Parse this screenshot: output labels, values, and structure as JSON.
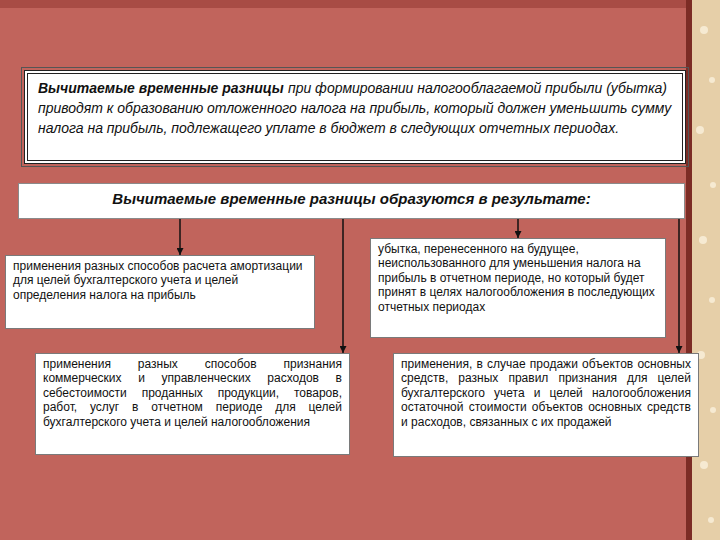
{
  "diagram": {
    "nodes": [
      {
        "text": [
          "Вычитаемые временные разницы",
          "при формировании налогооблагаемой прибыли (убытка) приводят к образованию отложенного налога на прибыль, который должен уменьшить сумму налога на прибыль, подлежащего уплате в бюджет в следующих отчетных периодах."
        ]
      },
      {
        "text": [
          "Вычитаемые временные разницы образуются в результате:"
        ]
      },
      {
        "text": [
          "применения разных способов расчета амортизации для целей бухгалтерского учета и целей определения налога на прибыль"
        ]
      },
      {
        "text": [
          "убытка, перенесенного на будущее, неиспользованного для уменьшения налога на прибыль в отчетном периоде, но который будет принят в целях налогообложения в последующих отчетных периодах"
        ]
      },
      {
        "text": [
          "применения разных способов признания коммерческих и управленческих расходов в себестоимости проданных продукции, товаров, работ, услуг в отчетном периоде для целей бухгалтерского учета и целей налогообложения"
        ]
      },
      {
        "text": [
          "применения, в случае продажи объектов основных средств, разных правил признания для целей бухгалтерского учета и целей налогообложения остаточной стоимости объектов основных средств и расходов, связанных с их продажей"
        ]
      }
    ],
    "edges": [
      {
        "from": 1,
        "to": 2,
        "arrow": "to"
      },
      {
        "from": 1,
        "to": 3,
        "arrow": "to"
      },
      {
        "from": 1,
        "to": 4,
        "arrow": "to"
      },
      {
        "from": 1,
        "to": 5,
        "arrow": "to"
      }
    ]
  }
}
